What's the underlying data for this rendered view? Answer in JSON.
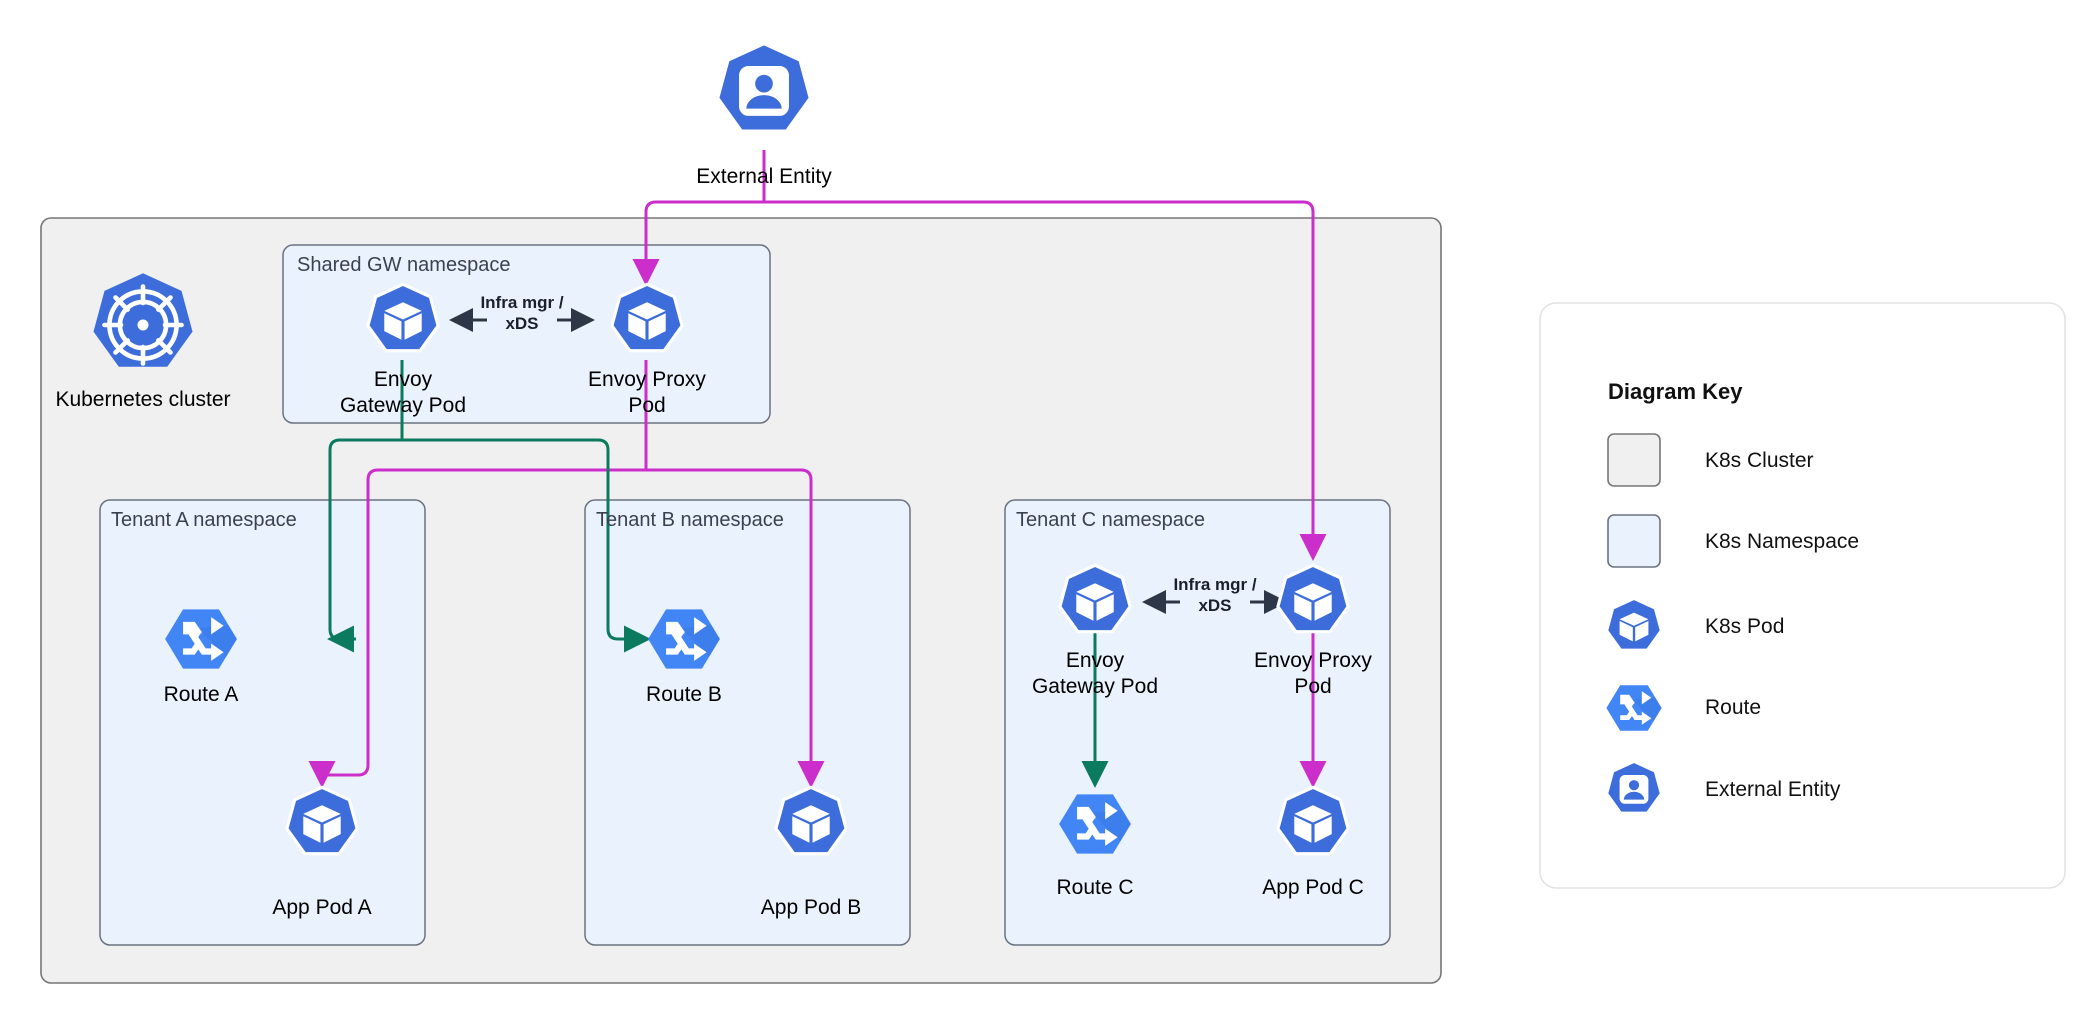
{
  "diagram": {
    "title": "Envoy Gateway multi-tenant Kubernetes topology",
    "colors": {
      "pod_blue": "#3d6ddb",
      "route_blue": "#4285f4",
      "route_blue_shadow": "#3b78e7",
      "cluster_fill": "#f0f0f0",
      "cluster_stroke": "#767676",
      "namespace_fill": "#eaf2fd",
      "namespace_stroke": "#6b7280",
      "flow_green": "#0b7a5e",
      "flow_magenta": "#cc2ecc",
      "arrow_dark": "#2d3748",
      "legend_stroke": "#e3e3e3"
    },
    "external": {
      "label": "External Entity",
      "icon": "external-entity-icon"
    },
    "cluster": {
      "icon": "kubernetes-wheel-icon",
      "label": "Kubernetes cluster"
    },
    "namespaces": [
      {
        "id": "shared-gw",
        "title": "Shared GW namespace"
      },
      {
        "id": "tenant-a",
        "title": "Tenant A namespace"
      },
      {
        "id": "tenant-b",
        "title": "Tenant B namespace"
      },
      {
        "id": "tenant-c",
        "title": "Tenant C namespace"
      }
    ],
    "nodes": [
      {
        "id": "gw-envoy-gateway-pod",
        "label": "Envoy\nGateway Pod",
        "icon": "k8s-pod-icon"
      },
      {
        "id": "gw-envoy-proxy-pod",
        "label": "Envoy Proxy\nPod",
        "icon": "k8s-pod-icon"
      },
      {
        "id": "route-a",
        "label": "Route A",
        "icon": "route-icon"
      },
      {
        "id": "app-pod-a",
        "label": "App Pod A",
        "icon": "k8s-pod-icon"
      },
      {
        "id": "route-b",
        "label": "Route B",
        "icon": "route-icon"
      },
      {
        "id": "app-pod-b",
        "label": "App Pod B",
        "icon": "k8s-pod-icon"
      },
      {
        "id": "c-envoy-gateway-pod",
        "label": "Envoy\nGateway Pod",
        "icon": "k8s-pod-icon"
      },
      {
        "id": "c-envoy-proxy-pod",
        "label": "Envoy Proxy\nPod",
        "icon": "k8s-pod-icon"
      },
      {
        "id": "route-c",
        "label": "Route C",
        "icon": "route-icon"
      },
      {
        "id": "app-pod-c",
        "label": "App Pod C",
        "icon": "k8s-pod-icon"
      }
    ],
    "edge_labels": [
      {
        "id": "gw-infra-mgr",
        "text": "Infra mgr /\nxDS"
      },
      {
        "id": "tenc-infra-mgr",
        "text": "Infra mgr /\nxDS"
      }
    ]
  },
  "legend": {
    "title": "Diagram Key",
    "items": [
      {
        "id": "k8s-cluster",
        "label": "K8s Cluster",
        "icon": "cluster-swatch-icon"
      },
      {
        "id": "k8s-namespace",
        "label": "K8s Namespace",
        "icon": "namespace-swatch-icon"
      },
      {
        "id": "k8s-pod",
        "label": "K8s Pod",
        "icon": "k8s-pod-icon"
      },
      {
        "id": "route",
        "label": "Route",
        "icon": "route-icon"
      },
      {
        "id": "external-entity",
        "label": "External Entity",
        "icon": "external-entity-icon"
      }
    ]
  }
}
